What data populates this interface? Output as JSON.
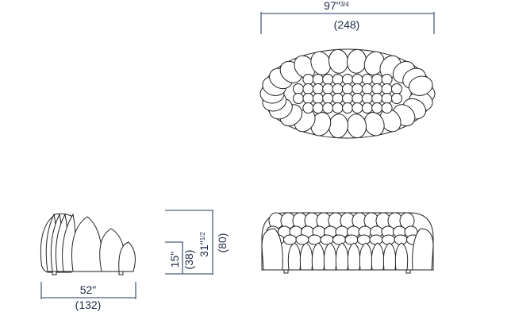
{
  "dimensions": {
    "overall_width": {
      "imperial": "97\"",
      "imperial_fraction": "3/4",
      "metric": "(248)"
    },
    "depth": {
      "imperial": "52\"",
      "metric": "(132)"
    },
    "height": {
      "imperial": "31\"",
      "imperial_fraction": "1/2",
      "metric": "(80)"
    },
    "seat_height": {
      "imperial": "15\"",
      "metric": "(38)"
    }
  },
  "colors": {
    "dimension_line": "#4d5d7c",
    "text": "#1f2a44",
    "outline": "#222222"
  }
}
